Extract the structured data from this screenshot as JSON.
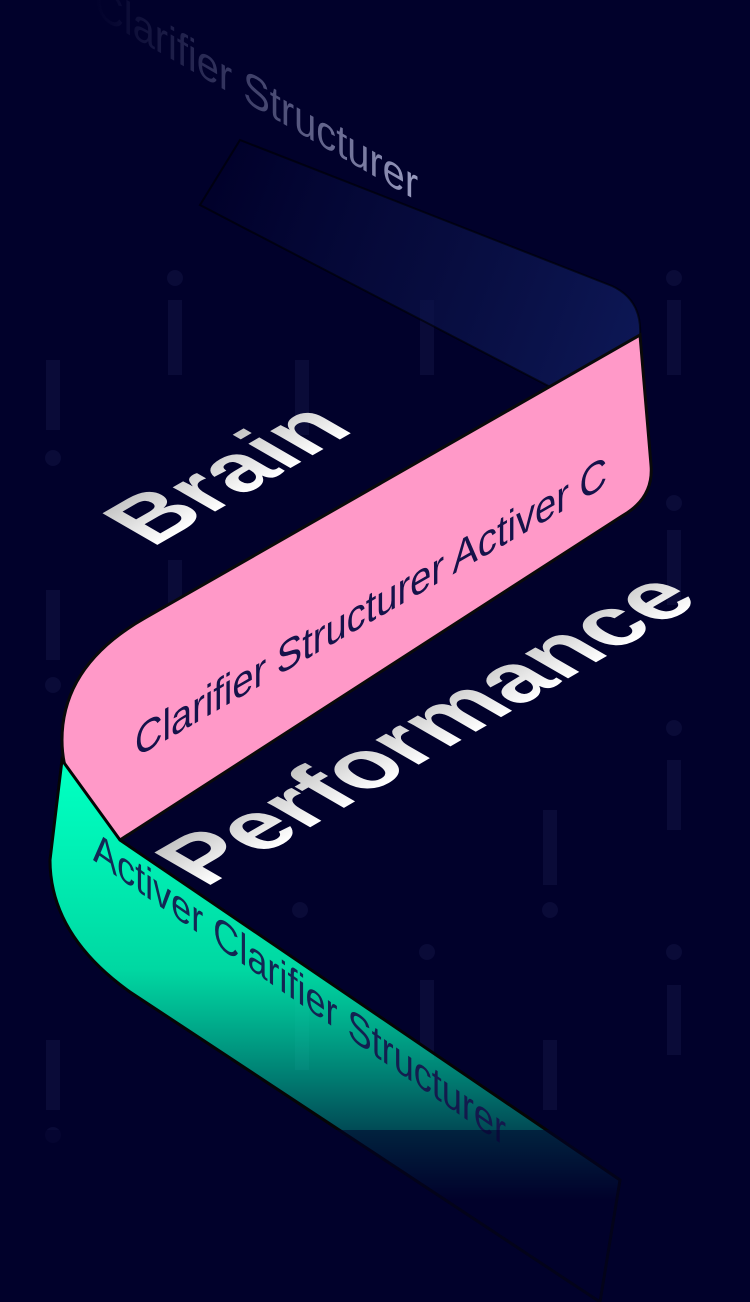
{
  "headline": {
    "word1": "Brain",
    "word2": "Performance"
  },
  "ribbon": {
    "top_band_text": "Clarifier Structurer",
    "middle_band_text": "Clarifier Structurer Activer C",
    "bottom_band_text": "Activer Clarifier Structurer"
  },
  "colors": {
    "background": "#01012b",
    "top_band": "#0c1550",
    "middle_band": "#ff99c8",
    "bottom_band": "#00ffc0",
    "band_text": "#15124a",
    "headline": "#f2f2f2"
  }
}
